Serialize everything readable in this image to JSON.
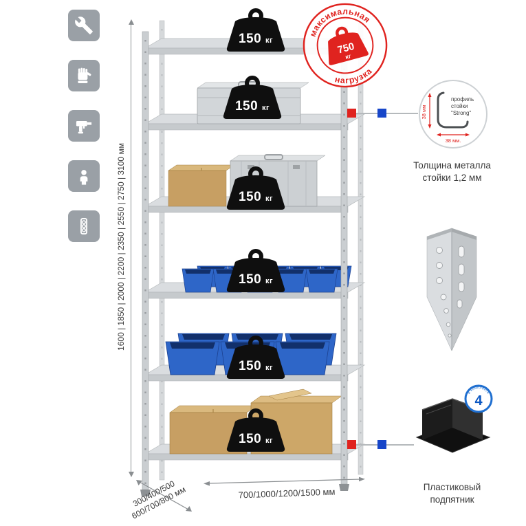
{
  "page": {
    "background": "#ffffff"
  },
  "colors": {
    "accent_red": "#e0231f",
    "marker_blue": "#1746c9",
    "bin_blue": "#2e66c8",
    "icon_gray": "#9aa0a6",
    "metal_gray": "#caced1"
  },
  "feature_icons": [
    {
      "name": "wrench-icon"
    },
    {
      "name": "gloves-icon"
    },
    {
      "name": "drill-icon"
    },
    {
      "name": "person-icon"
    },
    {
      "name": "power-strip-icon"
    }
  ],
  "rack": {
    "shelf_loads": [
      {
        "value": "150",
        "unit": "кг"
      },
      {
        "value": "150",
        "unit": "кг"
      },
      {
        "value": "150",
        "unit": "кг"
      },
      {
        "value": "150",
        "unit": "кг"
      },
      {
        "value": "150",
        "unit": "кг"
      },
      {
        "value": "150",
        "unit": "кг"
      }
    ]
  },
  "stamp": {
    "arc_top": "максимальная",
    "arc_bottom": "нагрузка",
    "value": "750",
    "unit": "кг"
  },
  "dimensions": {
    "height_values": "1600 | 1850 | 2000 | 2200 | 2350 | 2550 | 2750 | 3100 мм",
    "depth_line1": "300/400/500",
    "depth_line2": "600/700/800 мм",
    "width_values": "700/1000/1200/1500 мм"
  },
  "profile_callout": {
    "line1": "профиль",
    "line2": "стойки",
    "line3": "\"Strong\"",
    "dim_vertical": "38 мм",
    "dim_horizontal": "38 мм.",
    "caption_line1": "Толщина металла",
    "caption_line2": "стойки 1,2 мм"
  },
  "foot_callout": {
    "badge_number": "4",
    "badge_arc": "в комплекте",
    "caption_line1": "Пластиковый",
    "caption_line2": "подпятник"
  }
}
